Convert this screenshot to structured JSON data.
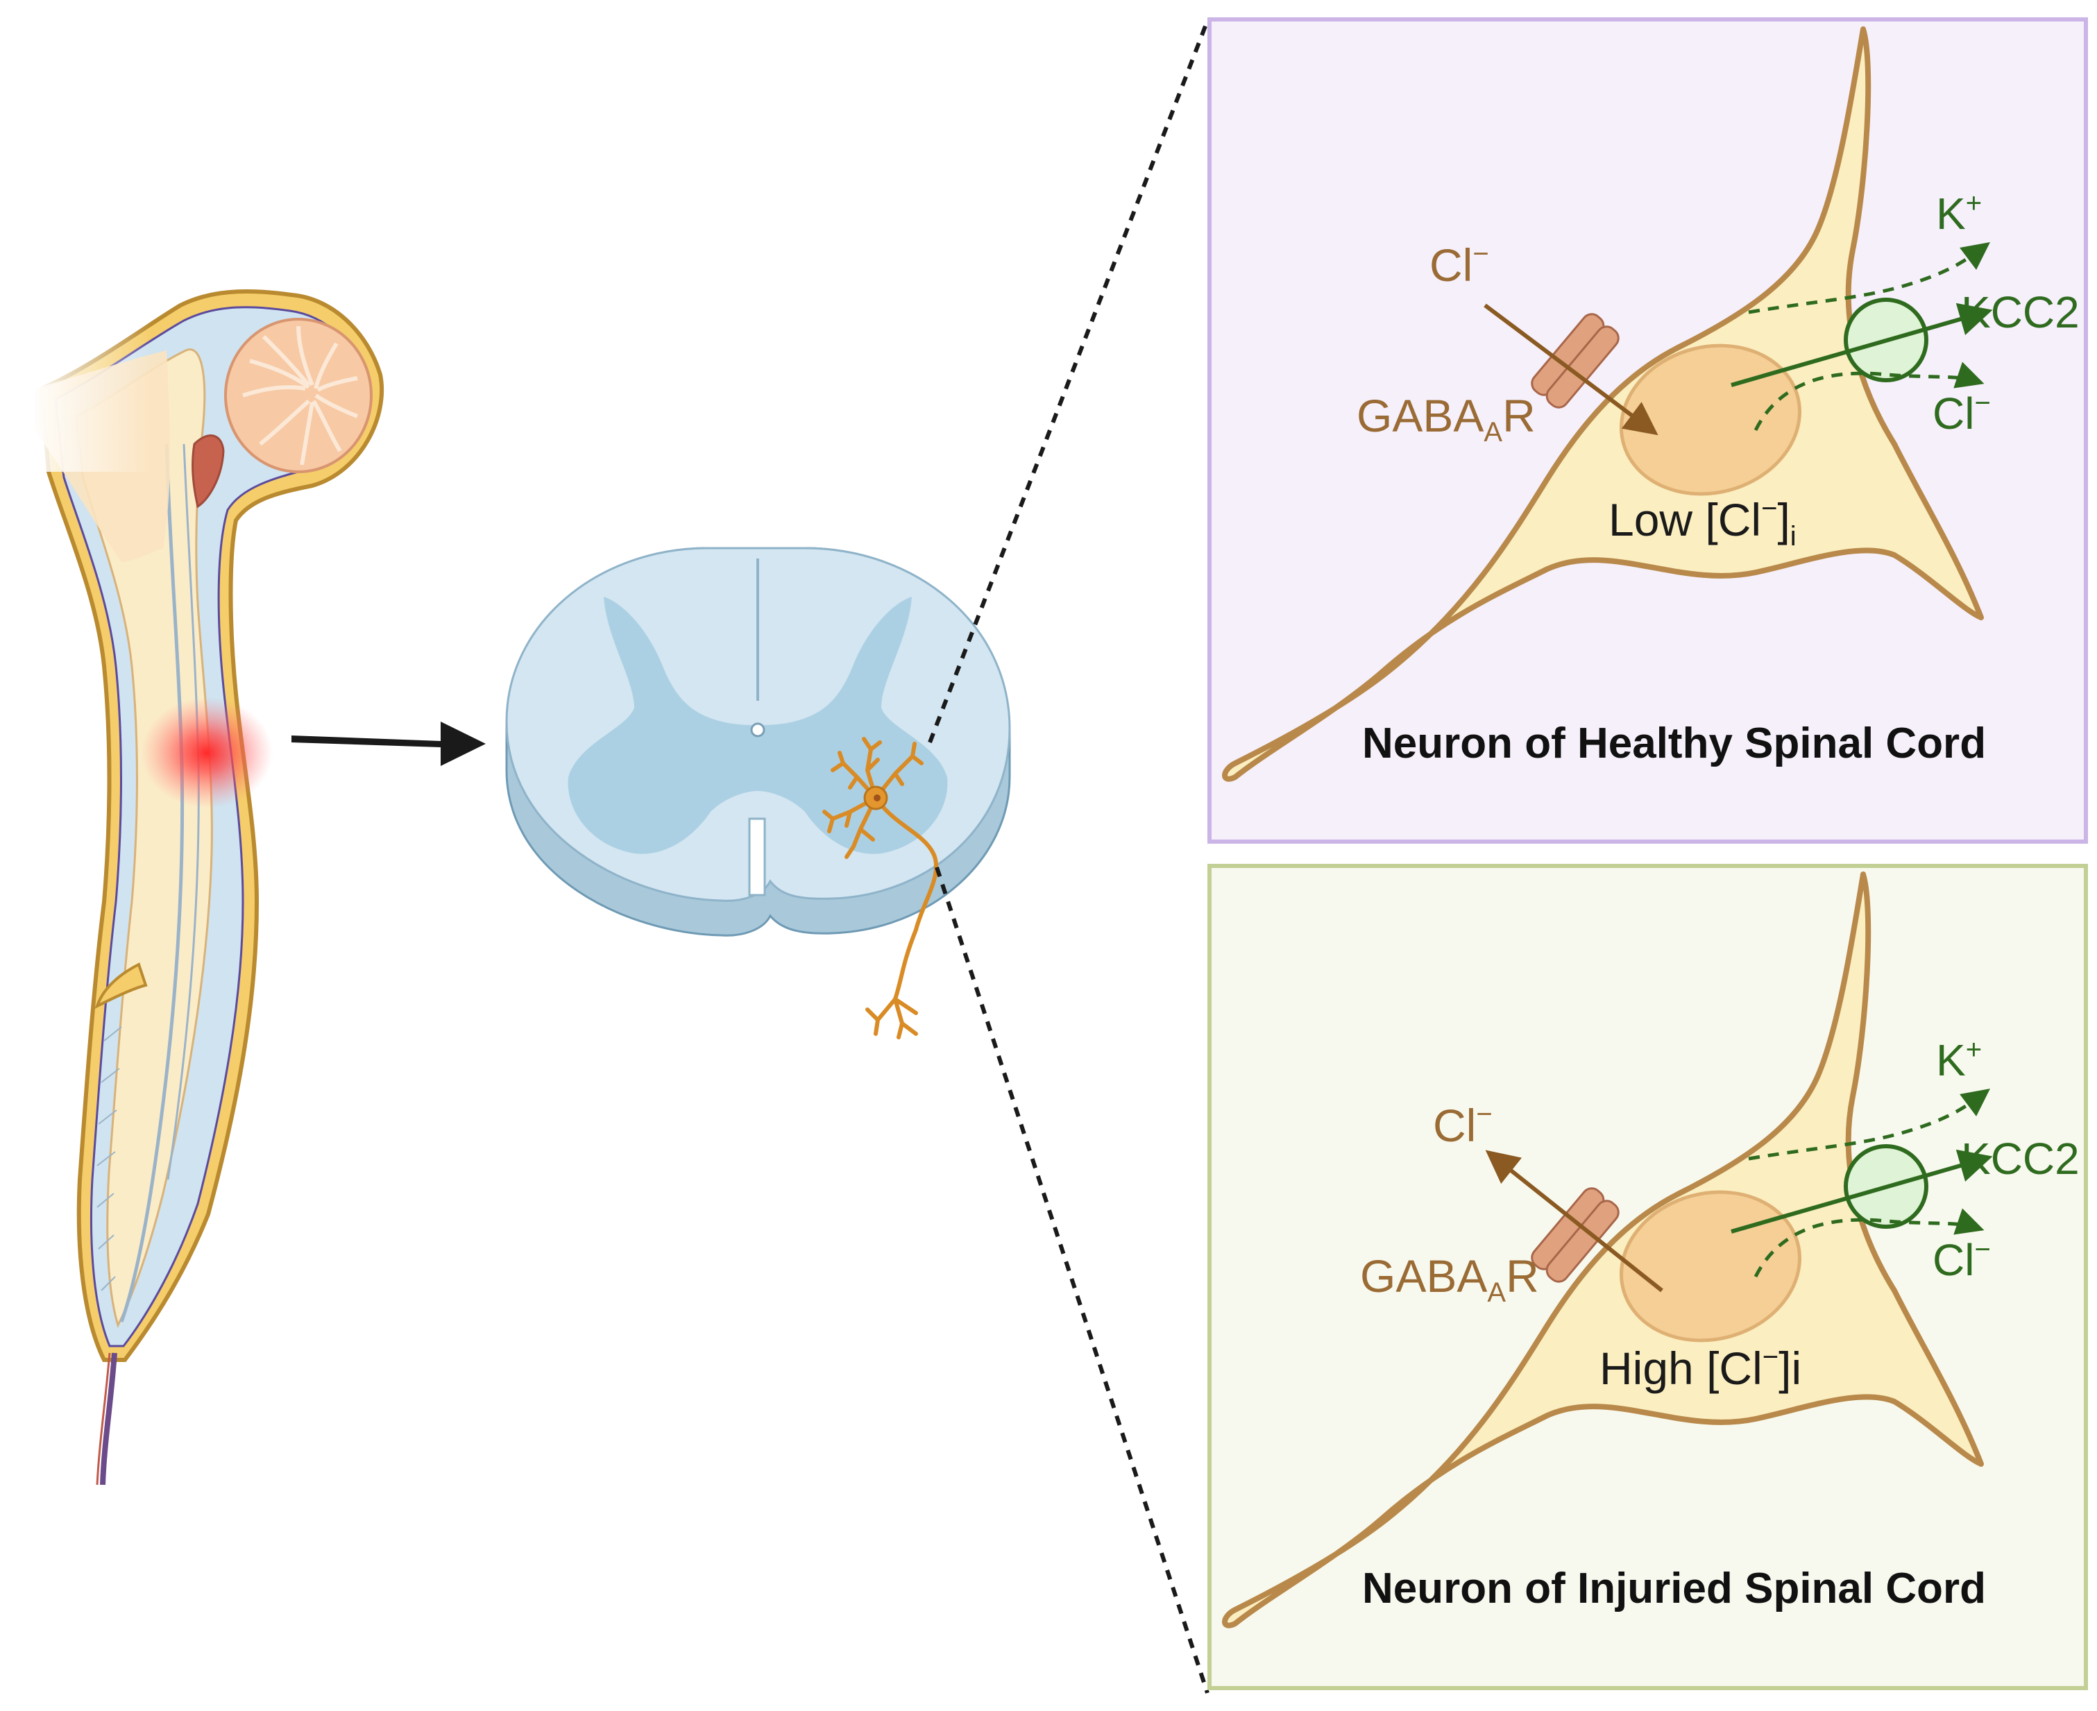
{
  "top_panel": {
    "title": "Neuron of Healthy Spinal Cord",
    "cl_label": "Cl",
    "cl_sup": "−",
    "gaba_main": "GABA",
    "gaba_sub": "A",
    "gaba_tail": "R",
    "k_label": "K",
    "k_sup": "+",
    "kcc2_label": "KCC2",
    "cl_out_label": "Cl",
    "cl_out_sup": "−",
    "conc_prefix": "Low [Cl",
    "conc_sup": "−",
    "conc_suffix": "]",
    "conc_sub": "i"
  },
  "bottom_panel": {
    "title": "Neuron of  Injuried Spinal Cord",
    "cl_label": "Cl",
    "cl_sup": "−",
    "gaba_main": "GABA",
    "gaba_sub": "A",
    "gaba_tail": "R",
    "k_label": "K",
    "k_sup": "+",
    "kcc2_label": "KCC2",
    "cl_out_label": "Cl",
    "cl_out_sup": "−",
    "conc_prefix": "High [Cl",
    "conc_sup": "−",
    "conc_suffix": "]i"
  },
  "colors": {
    "top_panel_bg": "#f6f0fb",
    "top_panel_border": "#cbb4e6",
    "bottom_panel_bg": "#f8f9ee",
    "bottom_panel_border": "#c2cf95",
    "neuron_fill": "#fbeec0",
    "neuron_stroke": "#b8894a",
    "nucleus_fill": "#f5cf96",
    "channel_fill": "#e0a27e",
    "gaba_arrow": "#8a5a22",
    "kcc2_fill": "#dff3d6",
    "kcc2_green": "#2f6b1f",
    "injury_glow": "#ff3030",
    "cord_section": "#d3e6f1",
    "grey_matter": "#adcfe2"
  }
}
